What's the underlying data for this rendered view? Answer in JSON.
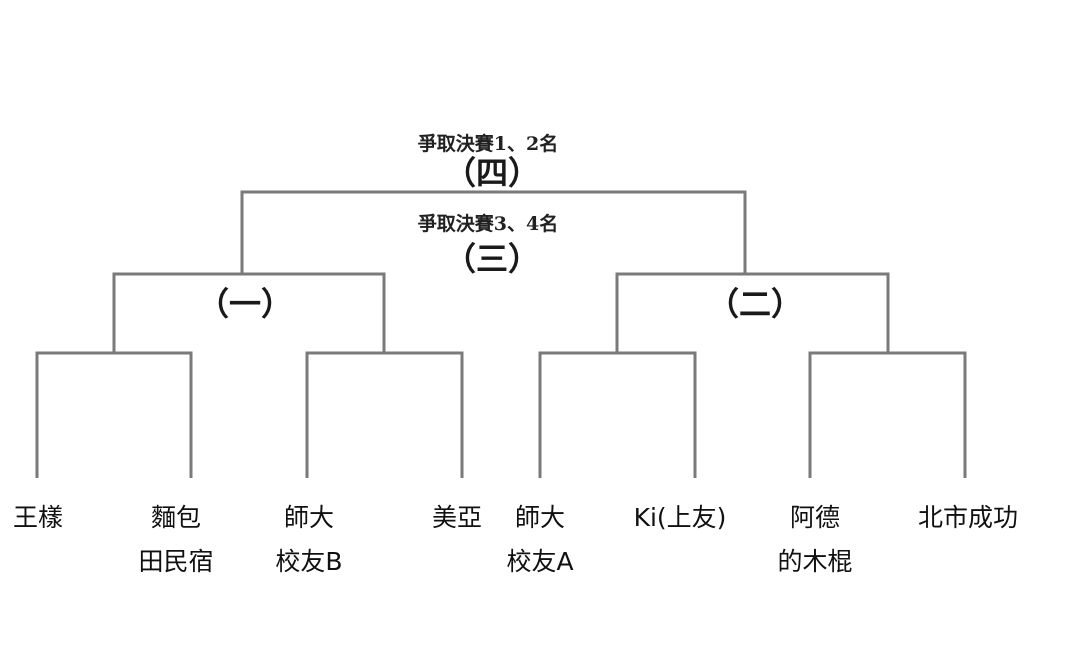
{
  "rounds": {
    "final_caption": "爭取決賽1、2名",
    "final_label": "（四）",
    "third_caption": "爭取決賽3、4名",
    "third_label": "（三）",
    "semi_left_label": "（一）",
    "semi_right_label": "（二）"
  },
  "teams": [
    {
      "line1": "王樣",
      "line2": ""
    },
    {
      "line1": "麵包",
      "line2": "田民宿"
    },
    {
      "line1": "師大",
      "line2": "校友B"
    },
    {
      "line1": "美亞",
      "line2": ""
    },
    {
      "line1": "師大",
      "line2": "校友A"
    },
    {
      "line1": "Ki(上友)",
      "line2": ""
    },
    {
      "line1": "阿德",
      "line2": "的木棍"
    },
    {
      "line1": "北市成功",
      "line2": ""
    }
  ]
}
